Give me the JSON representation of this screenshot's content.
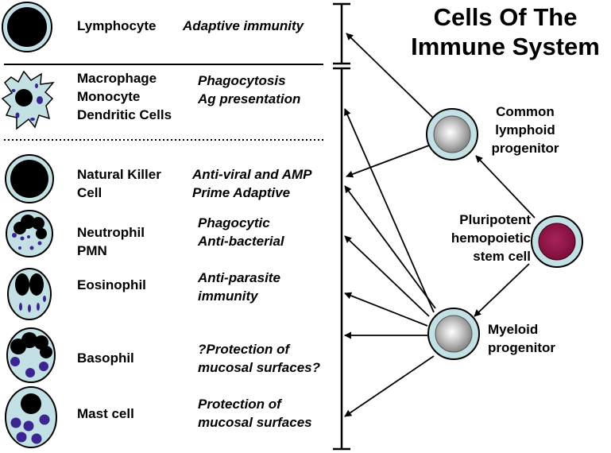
{
  "title": {
    "line1": "Cells Of The",
    "line2": "Immune System"
  },
  "rows": {
    "lymphocyte": {
      "name": [
        "Lymphocyte"
      ],
      "role": [
        "Adaptive immunity"
      ]
    },
    "macrophage": {
      "name": [
        "Macrophage",
        "Monocyte",
        "Dendritic Cells"
      ],
      "role": [
        "Phagocytosis",
        "Ag presentation"
      ]
    },
    "nk": {
      "name": [
        "Natural Killer",
        "Cell"
      ],
      "role": [
        "Anti-viral and AMP",
        "Prime Adaptive"
      ]
    },
    "neutrophil": {
      "name": [
        "Neutrophil",
        "PMN"
      ],
      "role": [
        "Phagocytic",
        "Anti-bacterial"
      ]
    },
    "eosinophil": {
      "name": [
        "Eosinophil"
      ],
      "role": [
        "Anti-parasite",
        "immunity"
      ]
    },
    "basophil": {
      "name": [
        "Basophil"
      ],
      "role": [
        "?Protection of",
        "mucosal surfaces?"
      ]
    },
    "mast": {
      "name": [
        "Mast cell"
      ],
      "role": [
        "Protection of",
        "mucosal surfaces"
      ]
    }
  },
  "progenitors": {
    "lymphoid": [
      "Common",
      "lymphoid",
      "progenitor"
    ],
    "stem": [
      "Pluripotent",
      "hemopoietic",
      "stem cell"
    ],
    "myeloid": [
      "Myeloid",
      "progenitor"
    ]
  },
  "colors": {
    "cytoplasm": "#c3e0e5",
    "nucleus": "#000000",
    "granule": "#3b2591",
    "stem_nucleus": "#8a1040",
    "progenitor_nucleus": "#a8a8a8"
  }
}
